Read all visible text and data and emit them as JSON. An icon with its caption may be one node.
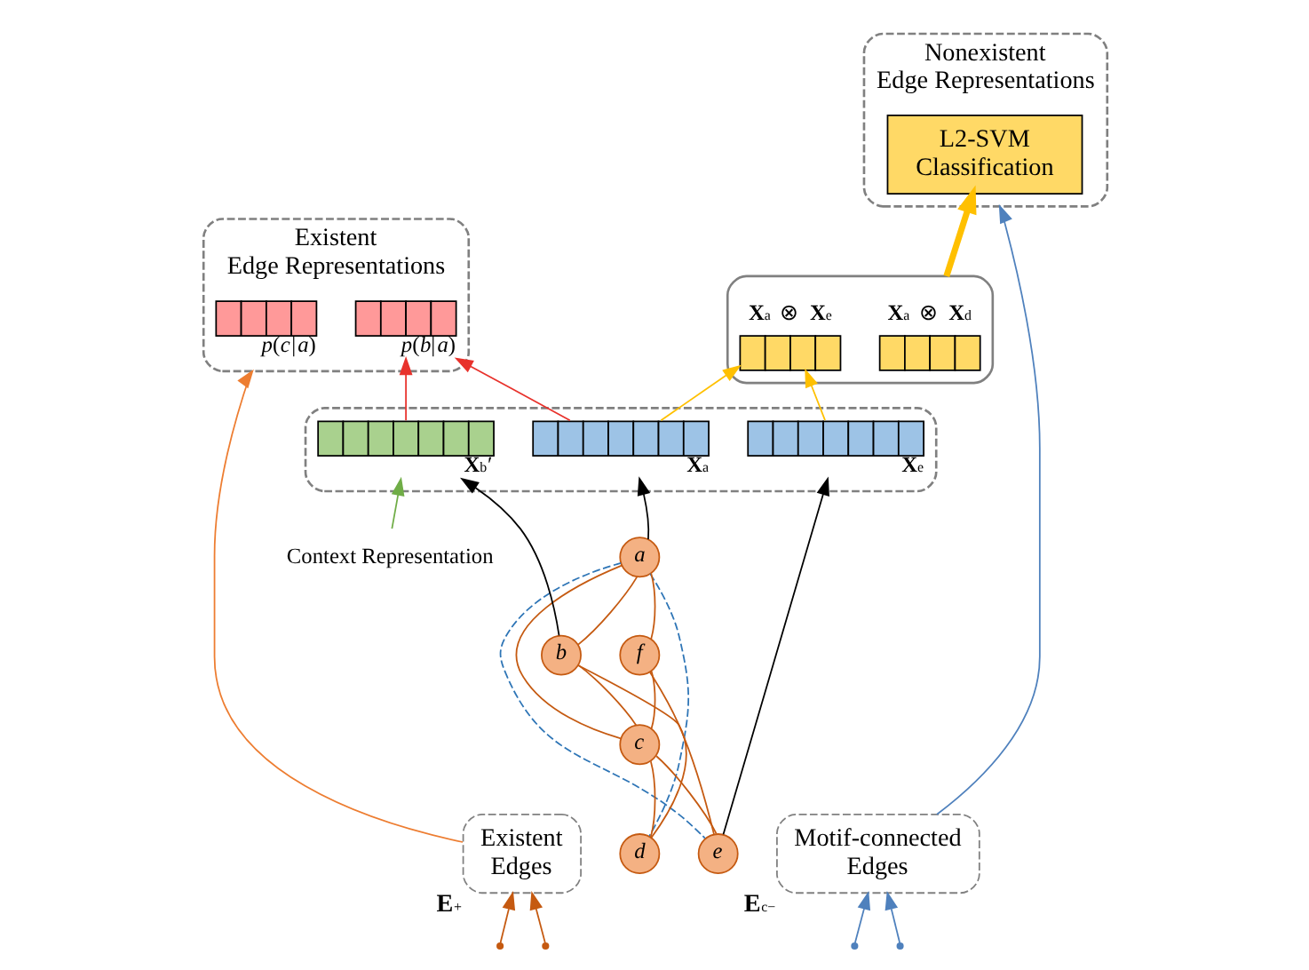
{
  "diagram": {
    "nodes": [
      {
        "text": [
          "Existent Edge Representations"
        ]
      },
      {
        "text": [],
        "shape": "bar",
        "in": 0,
        "beside": [
          "*p*(*c*|*a*)"
        ]
      },
      {
        "text": [],
        "shape": "bar",
        "in": 0,
        "beside": [
          "*p*(*b*|*a*)"
        ]
      },
      {
        "text": [
          "Nonexistent Edge Representations"
        ]
      },
      {
        "text": [
          "L2-SVM Classification"
        ],
        "in": 3
      },
      {
        "text": [],
        "shape": "box"
      },
      {
        "text": [
          "**X**$_{a}$ ⊗ **X**$_{e}$"
        ],
        "in": 5
      },
      {
        "text": [
          "**X**$_{a}$ ⊗ **X**$_{d}$"
        ],
        "in": 5
      },
      {
        "text": [],
        "shape": "box"
      },
      {
        "text": [],
        "shape": "bar",
        "in": 8,
        "beside": [
          "**X**$_{b}$′"
        ]
      },
      {
        "text": [],
        "shape": "bar",
        "in": 8,
        "beside": [
          "**X**$_{a}$"
        ]
      },
      {
        "text": [],
        "shape": "bar",
        "in": 8,
        "beside": [
          "**X**$_{e}$"
        ]
      },
      {
        "text": [
          "Context Representation"
        ]
      },
      {
        "text": [
          "Existent Edges"
        ],
        "beside": [
          "**E**$^{+}$"
        ]
      },
      {
        "text": [
          "Motif-connected Edges"
        ],
        "beside": [
          "**E**$_{c}$$^{−}$"
        ]
      },
      {
        "text": [
          "a"
        ]
      },
      {
        "text": [
          "b"
        ]
      },
      {
        "text": [
          "c"
        ]
      },
      {
        "text": [
          "d"
        ]
      },
      {
        "text": [
          "e"
        ]
      },
      {
        "text": [
          "f"
        ]
      }
    ],
    "edges": [
      {
        "from": 13,
        "to": 0,
        "arrow": "to",
        "color": "#ed7d31"
      },
      {
        "from": 14,
        "to": 3,
        "arrow": "to",
        "color": "#4f81bd"
      },
      {
        "from": 9,
        "to": 2,
        "arrow": "to",
        "color": "#e8322c"
      },
      {
        "from": 10,
        "to": 2,
        "arrow": "to",
        "color": "#e8322c"
      },
      {
        "from": 5,
        "to": 4,
        "arrow": "to",
        "style": "thick",
        "color": "#ffc000"
      },
      {
        "from": 10,
        "to": 6,
        "arrow": "to",
        "color": "#ffc000"
      },
      {
        "from": 11,
        "to": 6,
        "arrow": "to",
        "color": "#ffc000"
      },
      {
        "from": 12,
        "to": 9,
        "arrow": "to",
        "color": "#70ad47"
      },
      {
        "from": 16,
        "to": 9,
        "arrow": "to",
        "color": "#000000"
      },
      {
        "from": 15,
        "to": 10,
        "arrow": "to",
        "color": "#000000"
      },
      {
        "from": 19,
        "to": 11,
        "arrow": "to",
        "color": "#000000"
      },
      {
        "from": 15,
        "to": 16,
        "arrow": "none"
      },
      {
        "from": 15,
        "to": 17,
        "arrow": "none"
      },
      {
        "from": 15,
        "to": 20,
        "arrow": "none"
      },
      {
        "from": 16,
        "to": 17,
        "arrow": "none"
      },
      {
        "from": 16,
        "to": 18,
        "arrow": "none"
      },
      {
        "from": 18,
        "to": 17,
        "arrow": "none"
      },
      {
        "from": 17,
        "to": 20,
        "arrow": "none"
      },
      {
        "from": 17,
        "to": 19,
        "arrow": "none"
      },
      {
        "from": 20,
        "to": 19,
        "arrow": "none"
      },
      {
        "from": 15,
        "to": 18,
        "arrow": "none",
        "style": "dashed",
        "color": "#2e75b6"
      },
      {
        "from": 15,
        "to": 19,
        "arrow": "none",
        "style": "dashed",
        "color": "#2e75b6"
      },
      {
        "from": null,
        "to": 13,
        "arrow": "to"
      },
      {
        "from": null,
        "to": 13,
        "arrow": "to"
      },
      {
        "from": null,
        "to": 14,
        "arrow": "to",
        "color": "#4f81bd"
      },
      {
        "from": null,
        "to": 14,
        "arrow": "to",
        "color": "#4f81bd"
      }
    ]
  }
}
